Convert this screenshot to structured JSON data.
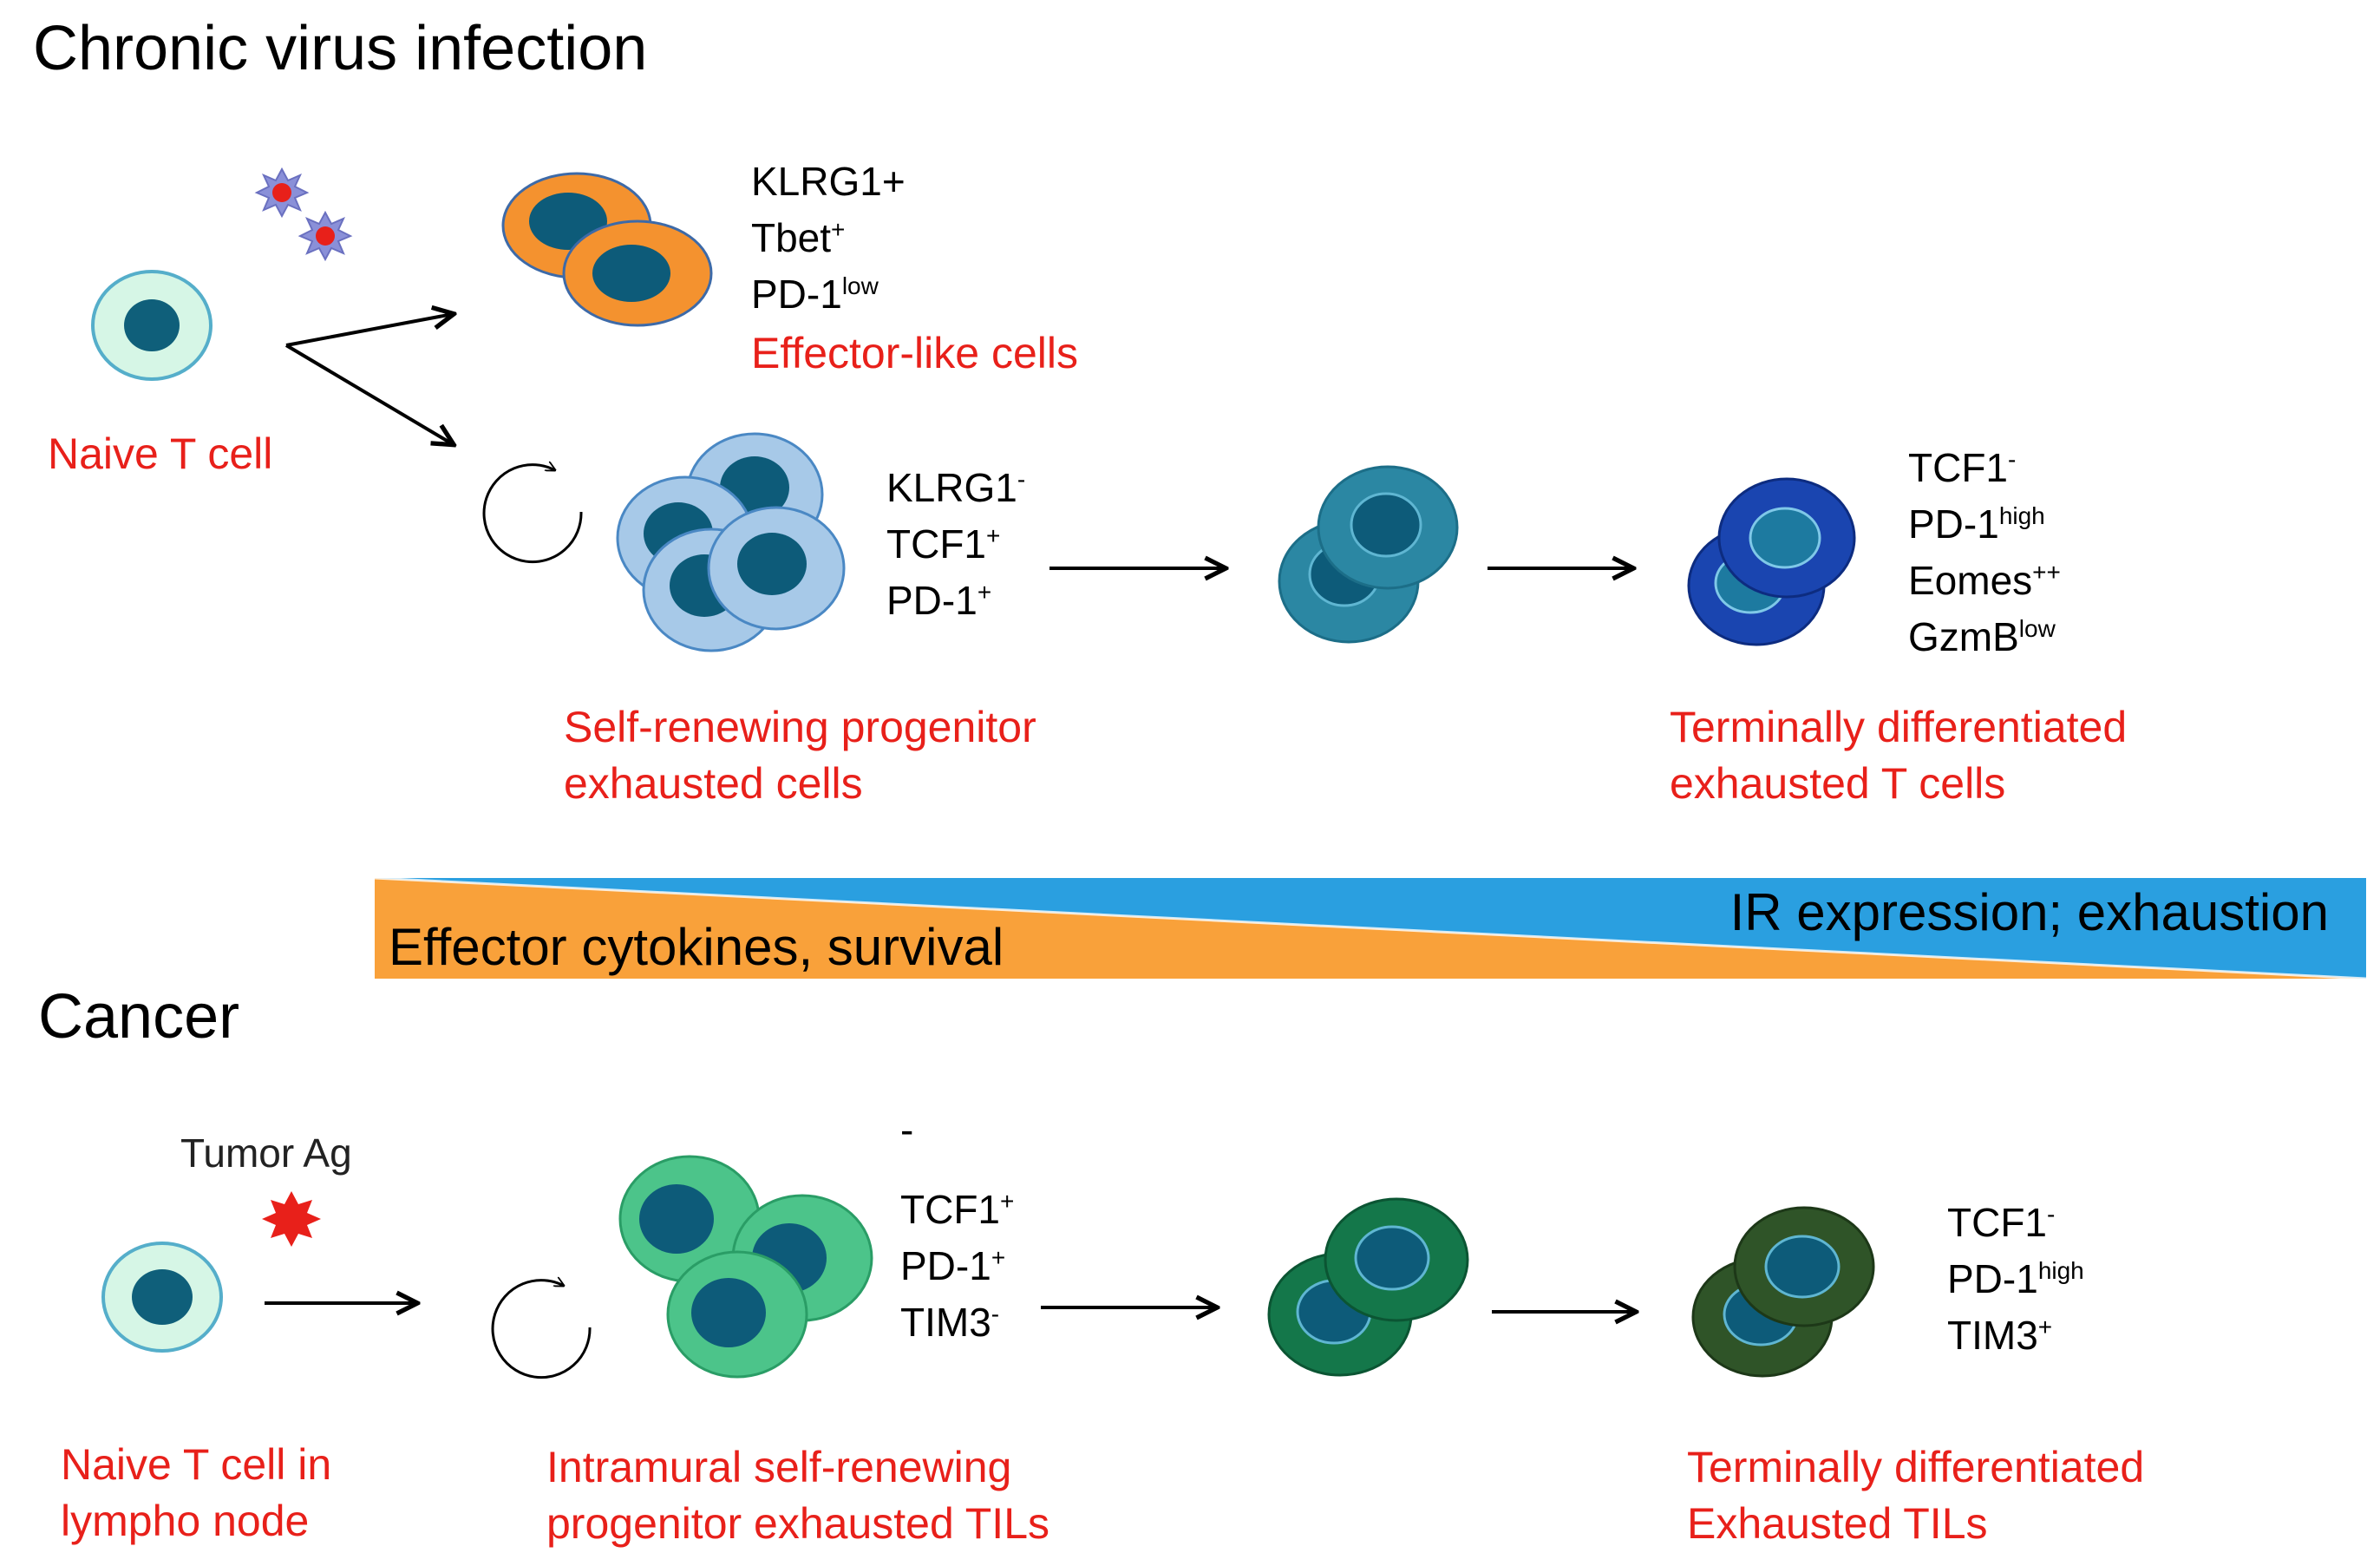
{
  "titles": {
    "chronic": "Chronic virus infection",
    "cancer": "Cancer"
  },
  "chronic": {
    "naive_label": "Naive T cell",
    "effector": {
      "markers": [
        {
          "base": "KLRG1+",
          "sup": ""
        },
        {
          "base": "Tbet",
          "sup": "+"
        },
        {
          "base": "PD-1",
          "sup": "low"
        }
      ],
      "label": "Effector-like cells"
    },
    "progenitor": {
      "markers": [
        {
          "base": "KLRG1",
          "sup": "-"
        },
        {
          "base": "TCF1",
          "sup": "+"
        },
        {
          "base": "PD-1",
          "sup": "+"
        }
      ],
      "label_lines": [
        "Self-renewing  progenitor",
        "exhausted cells"
      ]
    },
    "terminal": {
      "markers": [
        {
          "base": "TCF1",
          "sup": "-"
        },
        {
          "base": "PD-1",
          "sup": "high"
        },
        {
          "base": "Eomes",
          "sup": "++"
        },
        {
          "base": "GzmB",
          "sup": "low"
        }
      ],
      "label_lines": [
        "Terminally differentiated",
        "exhausted T cells"
      ]
    }
  },
  "gradient_bar": {
    "left_text": "Effector cytokines, survival",
    "right_text": "IR expression; exhaustion",
    "colors": {
      "orange": "#f9a13a",
      "blue": "#2a9fe0"
    }
  },
  "cancer": {
    "antigen_label": "Tumor Ag",
    "naive_label_lines": [
      "Naive T cell in",
      "lympho node"
    ],
    "progenitor": {
      "stray_mark": "-",
      "markers": [
        {
          "base": "TCF1",
          "sup": "+"
        },
        {
          "base": "PD-1",
          "sup": "+"
        },
        {
          "base": "TIM3",
          "sup": "-"
        }
      ],
      "label_lines": [
        "Intramural self-renewing",
        "progenitor exhausted TILs"
      ]
    },
    "terminal": {
      "markers": [
        {
          "base": "TCF1",
          "sup": "-"
        },
        {
          "base": "PD-1",
          "sup": "high"
        },
        {
          "base": "TIM3",
          "sup": "+"
        }
      ],
      "label_lines": [
        "Terminally differentiated",
        "Exhausted TILs"
      ]
    }
  },
  "colors": {
    "naive_outer": "#d6f6e6",
    "naive_nucleus": "#0f5f7a",
    "effector_outer": "#f4922f",
    "progenitor_outer": "#a7c9e8",
    "inter_outer": "#2b87a3",
    "terminal_outer": "#1a45b0",
    "cancer_prog_outer": "#4cc48a",
    "cancer_inter_outer": "#14774a",
    "cancer_term_outer": "#2f5428",
    "nucleus": "#0d5b79",
    "label_red": "#e8201a"
  }
}
